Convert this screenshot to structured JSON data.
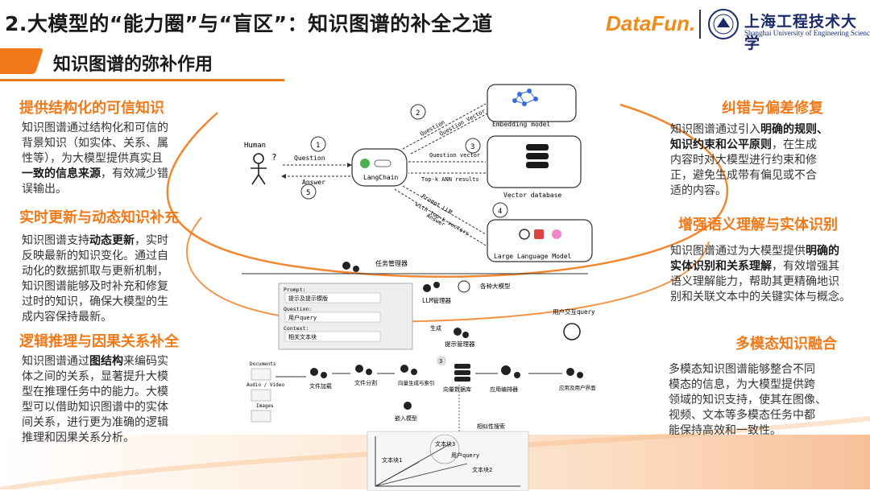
{
  "header": {
    "title": "2.大模型的“能力圈”与“盲区”：知识图谱的补全之道",
    "logo_datafun": "DataFun.",
    "school_cn": "上海工程技术大学",
    "school_en": "Shanghai University of Engineering Science"
  },
  "subtitle": "知识图谱的弥补作用",
  "left": [
    {
      "heading": "提供结构化的可信知识",
      "lines": [
        "知识图谱通过结构化和可信的",
        "背景知识（如实体、关系、属",
        "性等），为大模型提供真实且",
        "一致的信息来源，有效减少错",
        "误输出。"
      ]
    },
    {
      "heading": "实时更新与动态知识补充",
      "lines": [
        "知识图谱支持动态更新，实时",
        "反映最新的知识变化。通过自",
        "动化的数据抓取与更新机制，",
        "知识图谱能够及时补充和修复",
        "过时的知识，确保大模型的生",
        "成内容保持最新。"
      ]
    },
    {
      "heading": "逻辑推理与因果关系补全",
      "lines": [
        "知识图谱通过图结构来编码实",
        "体之间的关系，显著提升大模",
        "型在推理任务中的能力。大模",
        "型可以借助知识图谱中的实体",
        "间关系，进行更为准确的逻辑",
        "推理和因果关系分析。"
      ]
    }
  ],
  "right": [
    {
      "heading": "纠错与偏差修复",
      "lines": [
        "知识图谱通过引入明确的规则、",
        "知识约束和公平原则，在生成",
        "内容时对大模型进行约束和修",
        "正，避免生成带有偏见或不合",
        "适的内容。"
      ]
    },
    {
      "heading": "增强语义理解与实体识别",
      "lines": [
        "知识图谱通过为大模型提供明确的",
        "实体识别和关系理解，有效增强其",
        "语义理解能力，帮助其更精确地识",
        "别和关联文本中的关键实体与概念。"
      ]
    },
    {
      "heading": "多模态知识融合",
      "lines": [
        "多模态知识图谱能够整合不同",
        "模态的信息，为大模型提供跨",
        "领域的知识支持，使其在图像、",
        "视频、文本等多模态任务中都",
        "能保持高效和一致性。"
      ]
    }
  ],
  "diagram": {
    "human": "Human",
    "question": "Question",
    "answer": "Answer",
    "langchain": "LangChain",
    "embedding": "Embedding model",
    "vector_db": "Vector database",
    "llm": "Large Language Model",
    "q_arrow1": "Question",
    "q_arrow2": "Question Vector",
    "q_vector": "Question vector",
    "topk": "Top-k ANN results",
    "prompt": "Prompt LLM",
    "with_topk": "with top-k vectors",
    "answer2": "Answer",
    "steps": [
      "1",
      "2",
      "3",
      "4",
      "5"
    ],
    "step_q": "?"
  },
  "flow": {
    "task_mgr": "任务管理器",
    "prompt_label": "Prompt:",
    "prompt_val": "提示及提示模版",
    "question_label": "Question:",
    "question_val": "用户query",
    "context_label": "Context:",
    "context_val": "相关文本块",
    "llm_mgr": "LLM管理器",
    "models": "各种大模型",
    "generate": "生成",
    "prompt_mgr": "提示管理器",
    "user_query": "用户交互query",
    "documents": "Documents",
    "audio": "Audio / Video",
    "images": "Images",
    "load": "文件加载",
    "split": "文件分割",
    "vectorize": "向量生成与索引",
    "embed": "嵌入模型",
    "vdb": "向量数据库",
    "sort": "应用编排器",
    "app": "应用及用户界面",
    "step3": "3",
    "search": "相似性搜索",
    "chunk1": "文本块1",
    "chunk2": "文本块2",
    "chunk3": "文本块3",
    "uquery": "用户query"
  }
}
